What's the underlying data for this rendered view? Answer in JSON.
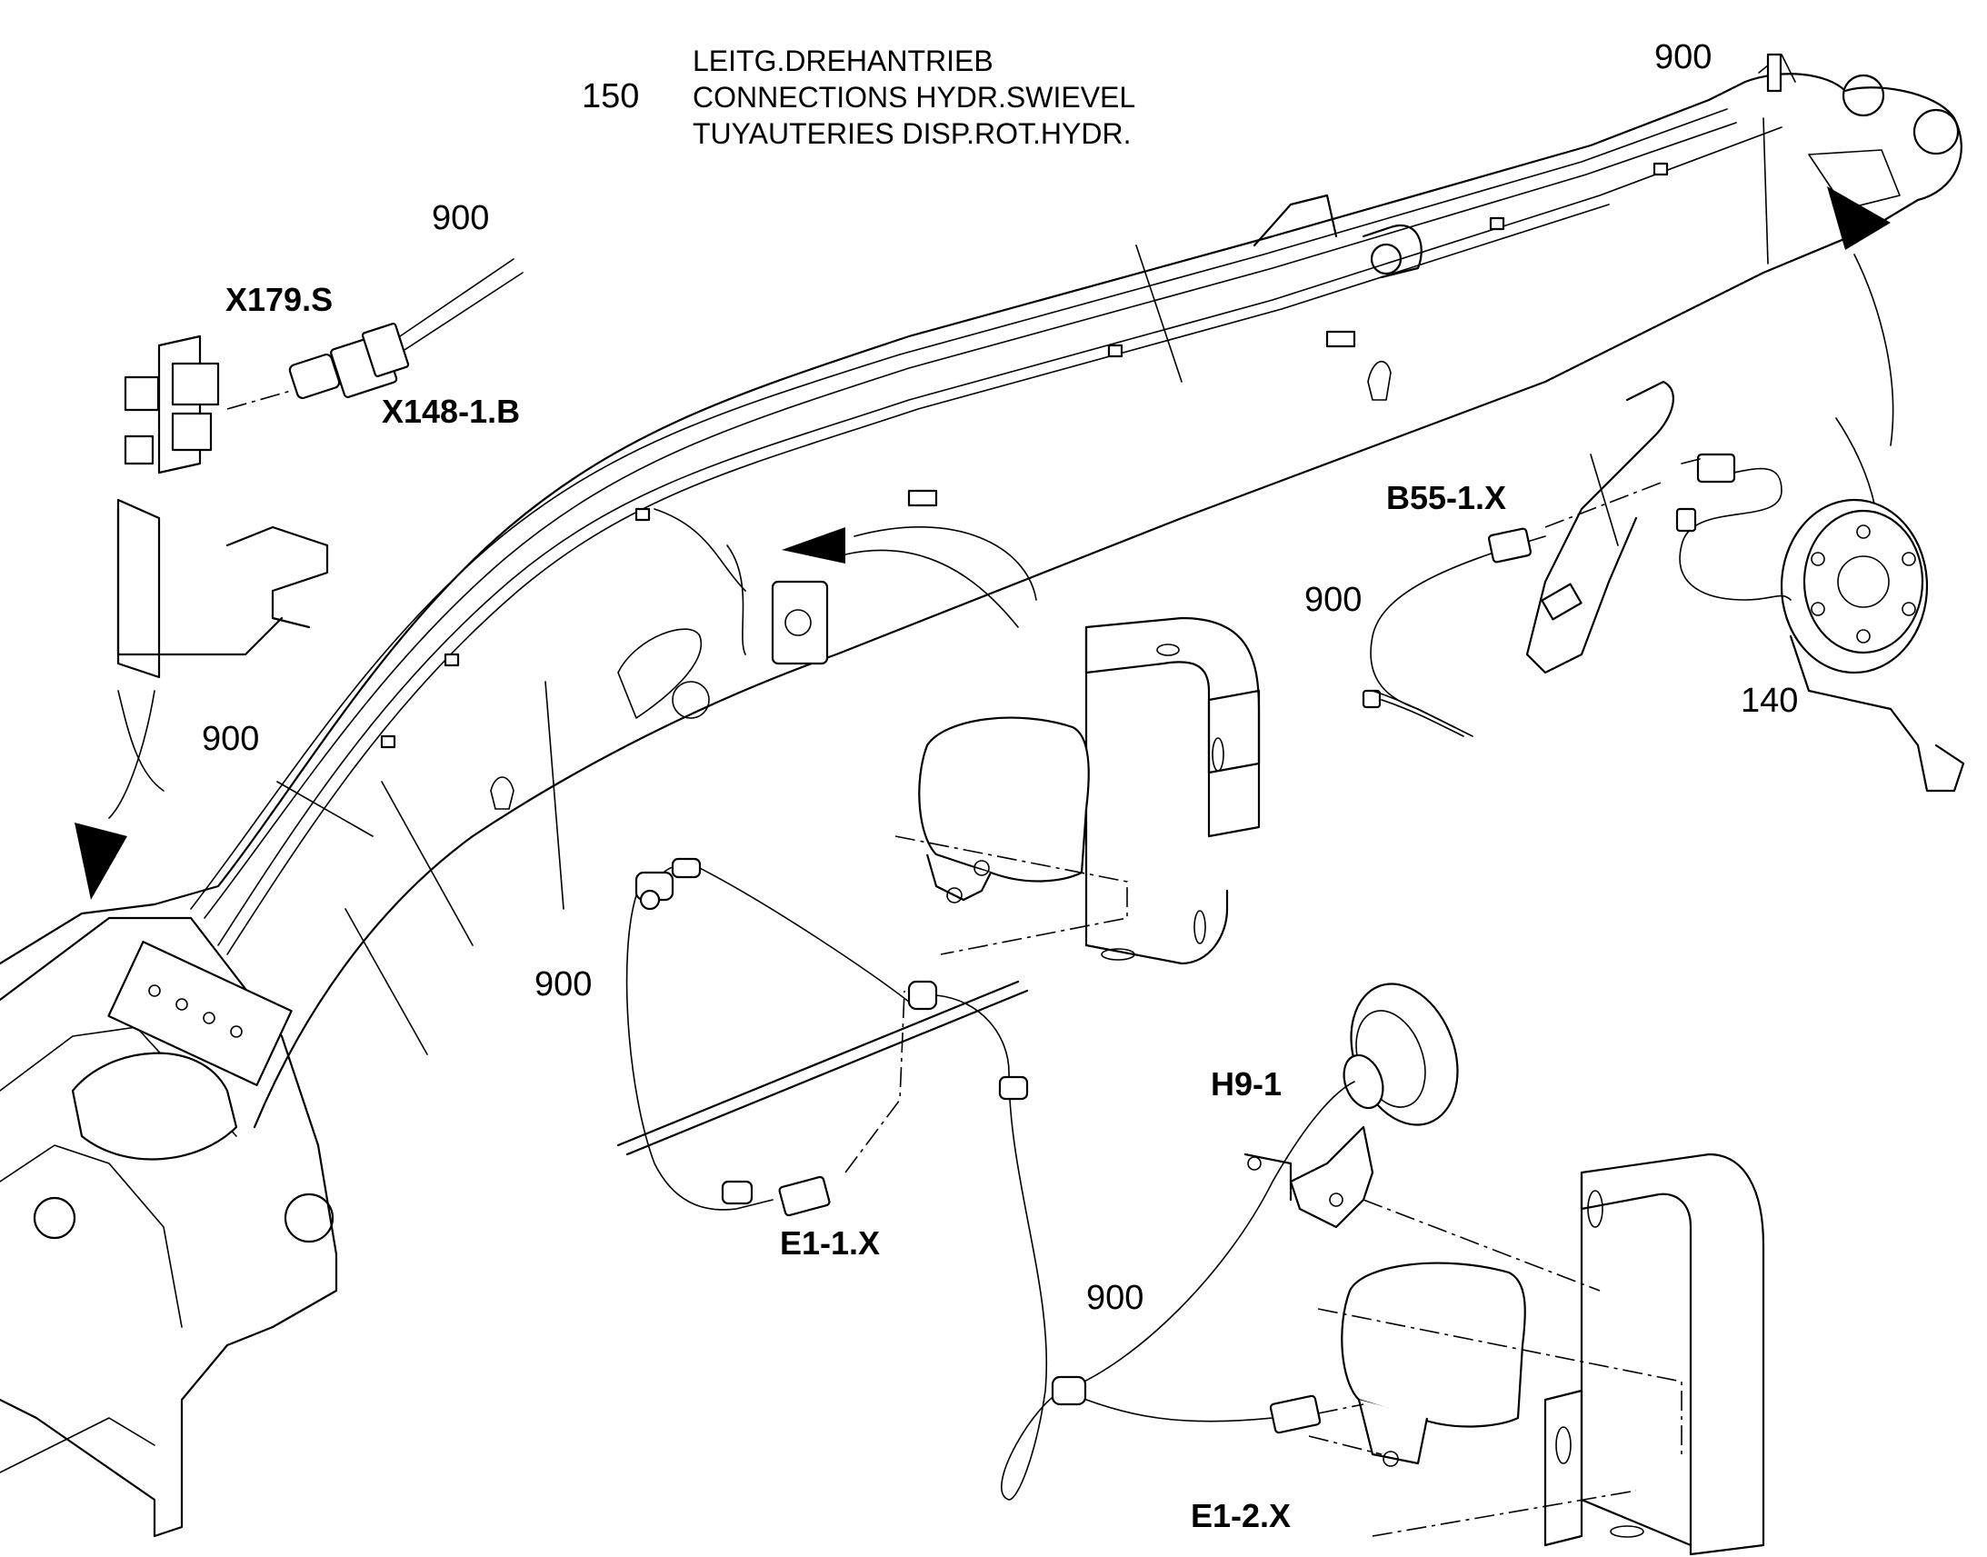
{
  "header": {
    "number": "150",
    "title_lines": [
      "LEITG.DREHANTRIEB",
      "CONNECTIONS HYDR.SWIEVEL",
      "TUYAUTERIES DISP.ROT.HYDR."
    ]
  },
  "labels": {
    "x179s": "X179.S",
    "x148_1b": "X148-1.B",
    "b55_1x": "B55-1.X",
    "h9_1": "H9-1",
    "e1_1x": "E1-1.X",
    "e1_2x": "E1-2.X",
    "part_140": "140",
    "part_900": "900"
  },
  "icons": {
    "boom": "excavator-boom",
    "lamp": "work-light",
    "horn": "horn",
    "sensor": "rotary-sensor",
    "arrow": "callout-arrow"
  }
}
